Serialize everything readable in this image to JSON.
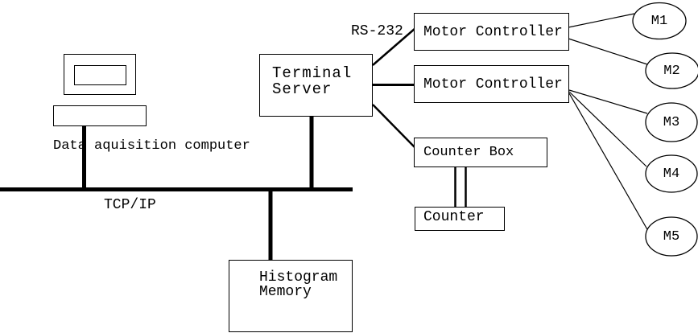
{
  "diagram": {
    "labels": {
      "data_acquisition": "Data aquisition computer",
      "bus": "TCP/IP",
      "serial": "RS-232"
    },
    "nodes": {
      "terminal_server": {
        "lines": [
          "Terminal",
          "Server"
        ]
      },
      "motor_controller_1": {
        "label": "Motor Controller"
      },
      "motor_controller_2": {
        "label": "Motor Controller"
      },
      "counter_box": {
        "label": "Counter Box"
      },
      "counter": {
        "label": "Counter"
      },
      "histogram_memory": {
        "lines": [
          "Histogram",
          "Memory"
        ]
      }
    },
    "motors": [
      {
        "label": "M1"
      },
      {
        "label": "M2"
      },
      {
        "label": "M3"
      },
      {
        "label": "M4"
      },
      {
        "label": "M5"
      }
    ],
    "colors": {
      "line": "#000000",
      "background": "#ffffff",
      "text": "#000000"
    }
  }
}
